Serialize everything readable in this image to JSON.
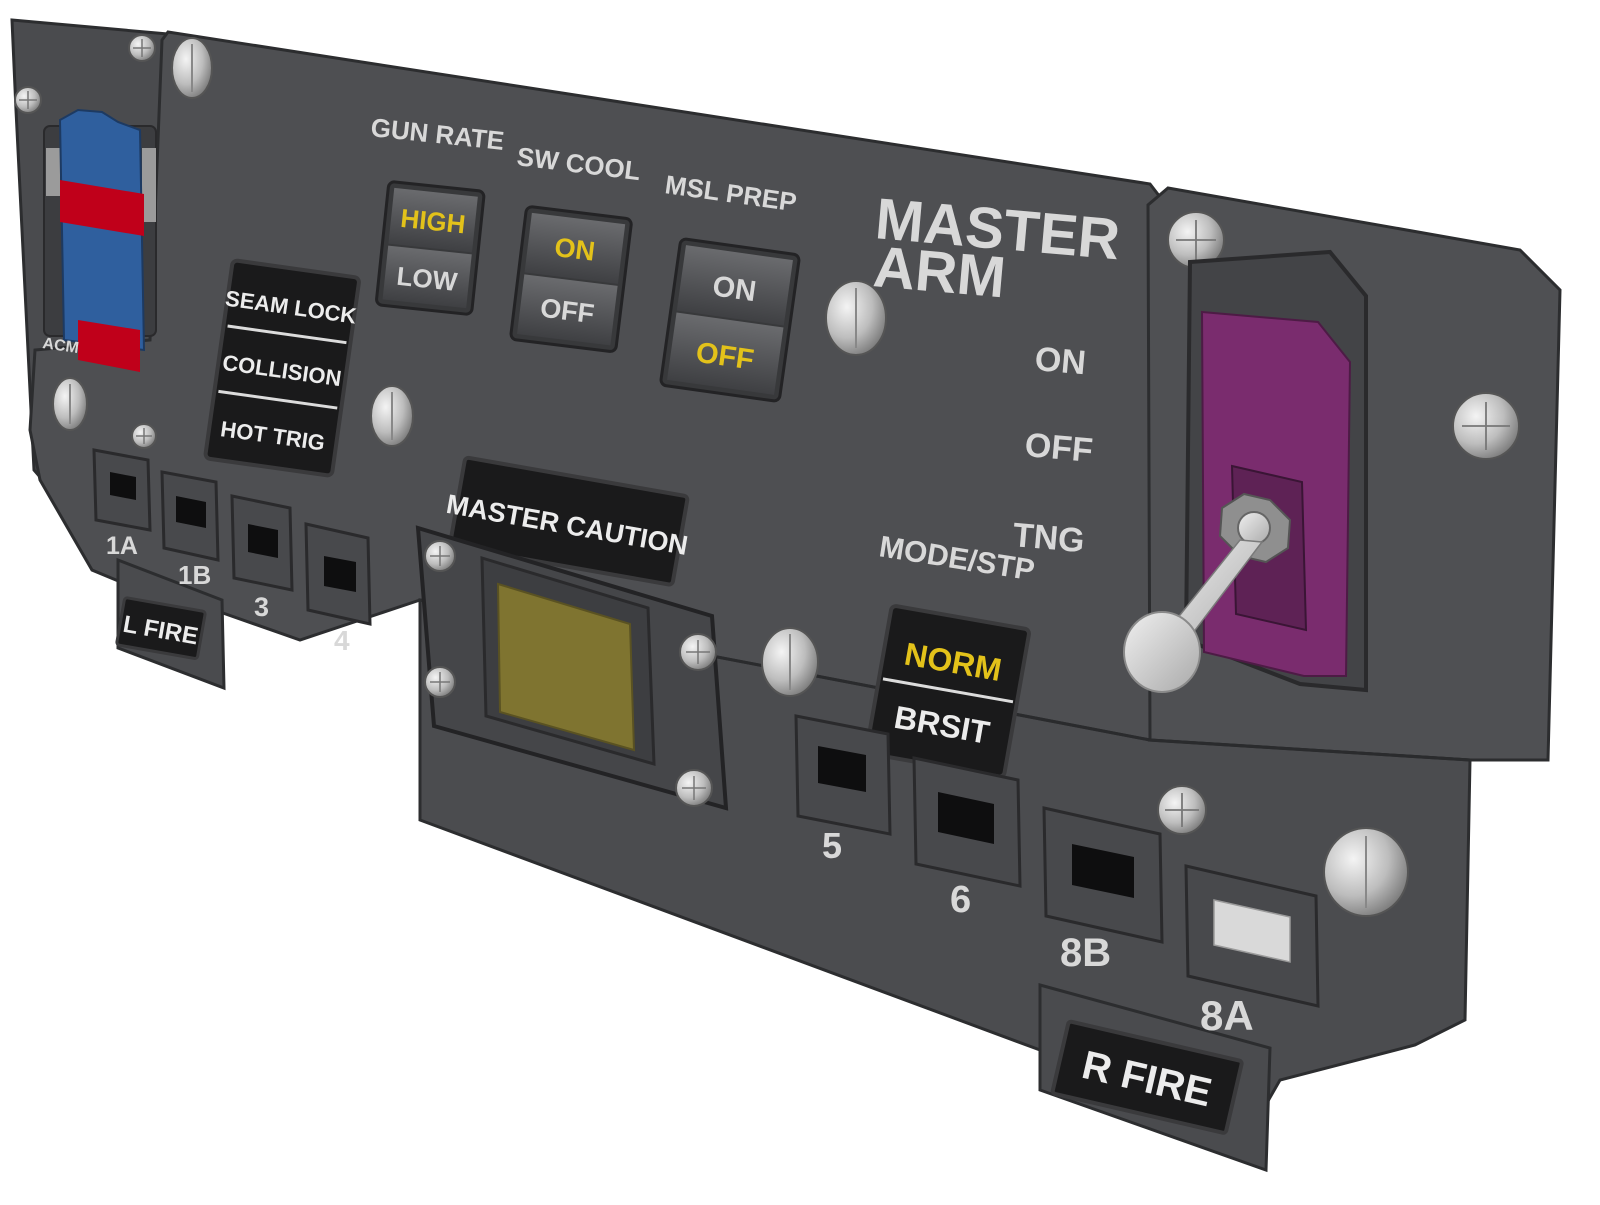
{
  "panel": {
    "acm_label": "ACM",
    "top_labels": {
      "gun_rate": "GUN RATE",
      "sw_cool": "SW COOL",
      "msl_prep": "MSL PREP"
    },
    "gun_rate": {
      "upper": "HIGH",
      "lower": "LOW",
      "lit": "upper"
    },
    "sw_cool": {
      "upper": "ON",
      "lower": "OFF",
      "lit": "upper"
    },
    "msl_prep": {
      "upper": "ON",
      "lower": "OFF",
      "lit": "lower"
    },
    "mode_indicator": {
      "line1": "SEAM LOCK",
      "line2": "COLLISION",
      "line3": "HOT TRIG"
    },
    "master_caution": {
      "label": "MASTER CAUTION",
      "lamp_color": "#7f7430"
    },
    "master_arm": {
      "title_line1": "MASTER",
      "title_line2": "ARM",
      "positions": {
        "on": "ON",
        "off": "OFF",
        "tng": "TNG"
      },
      "guard_color": "#7a2c6e"
    },
    "mode_stp": {
      "label": "MODE/STP",
      "upper": "NORM",
      "lower": "BRSIT",
      "lit": "upper"
    },
    "left_station_labels": {
      "s1a": "1A",
      "s1b": "1B",
      "s3": "3",
      "s4": "4"
    },
    "right_station_labels": {
      "s5": "5",
      "s6": "6",
      "s8b": "8B",
      "s8a": "8A"
    },
    "l_fire": "L FIRE",
    "r_fire": "R FIRE",
    "colors": {
      "panel": "#4e4f52",
      "lit_text": "#e3c21a",
      "silkscreen": "#d8d8d8",
      "acm_blue": "#2f5f9e",
      "acm_red": "#c0001a"
    }
  }
}
